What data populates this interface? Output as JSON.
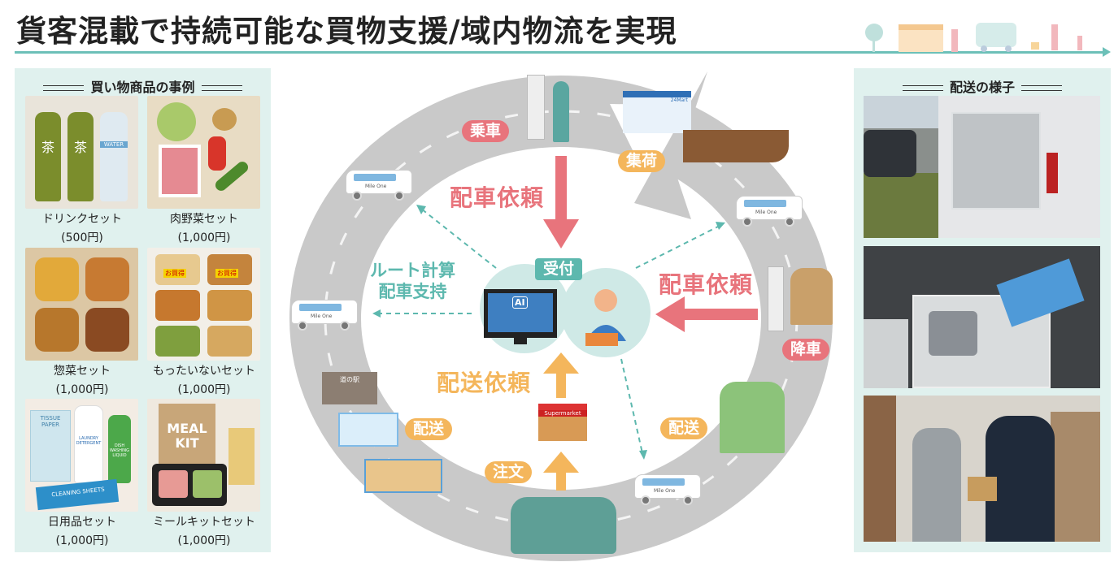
{
  "title": "貨客混載で持続可能な買物支援/域内物流を実現",
  "left_panel": {
    "heading": "買い物商品の事例",
    "products": [
      {
        "name": "ドリンクセット",
        "price": "(500円)",
        "image_text": [
          "茶",
          "茶",
          "WATER"
        ]
      },
      {
        "name": "肉野菜セット",
        "price": "(1,000円)"
      },
      {
        "name": "惣菜セット",
        "price": "(1,000円)"
      },
      {
        "name": "もったいないセット",
        "price": "(1,000円)",
        "image_text": [
          "お買得"
        ]
      },
      {
        "name": "日用品セット",
        "price": "(1,000円)",
        "image_text": [
          "TISSUE PAPER",
          "LAUNDRY DETERGENT",
          "DISH WASHING LIQUID",
          "CLEANING SHEETS"
        ]
      },
      {
        "name": "ミールキットセット",
        "price": "(1,000円)",
        "image_text": [
          "MEAL KIT"
        ]
      }
    ]
  },
  "right_panel": {
    "heading": "配送の様子",
    "photos": [
      "van-with-crates",
      "crates-in-van",
      "doorstep-delivery"
    ]
  },
  "diagram": {
    "labels": {
      "boarding": "乗車",
      "pickup": "集荷",
      "alighting": "降車",
      "delivery_left": "配送",
      "delivery_right": "配送",
      "order": "注文",
      "reception": "受付"
    },
    "dispatch_request_top": "配車依頼",
    "dispatch_request_right": "配車依頼",
    "delivery_request": "配送依頼",
    "route_calc": [
      "ルート計算",
      "配車支持"
    ],
    "van_logo": "Mile One",
    "ai_label": "AI",
    "store_sign": "Supermarket",
    "station_sign": "道の駅",
    "convenience_sign": "24Mart",
    "colors": {
      "pink": "#e8747c",
      "orange": "#f4b65c",
      "teal": "#5db8ae",
      "road": "#c9c9c9"
    }
  }
}
